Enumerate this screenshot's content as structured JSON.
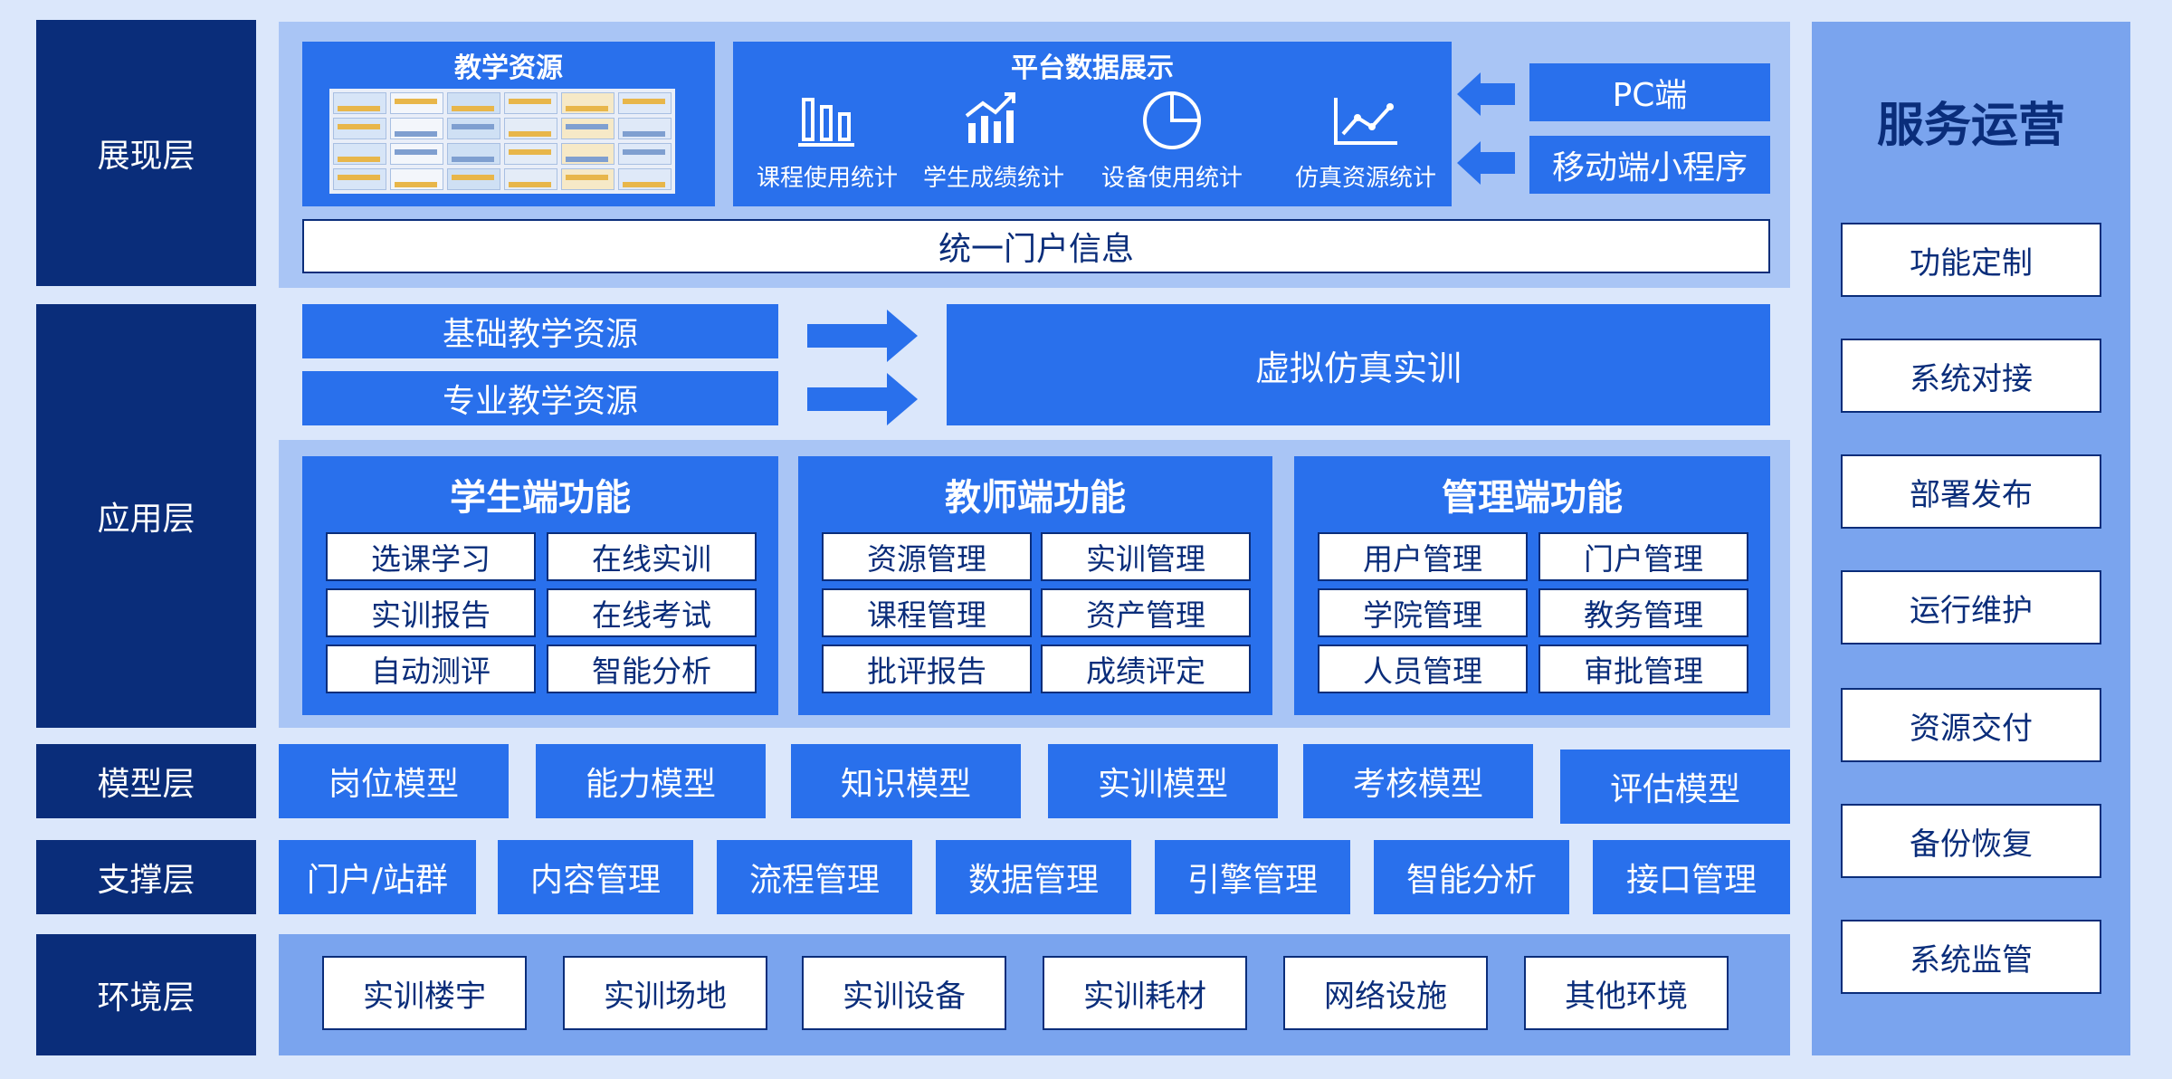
{
  "layers": {
    "display": "展现层",
    "application": "应用层",
    "model": "模型层",
    "support": "支撑层",
    "environment": "环境层"
  },
  "display": {
    "teaching_resources_title": "教学资源",
    "platform_data_title": "平台数据展示",
    "stats": [
      {
        "label": "课程使用统计",
        "icon": "bar-chart-icon"
      },
      {
        "label": "学生成绩统计",
        "icon": "trend-bar-chart-icon"
      },
      {
        "label": "设备使用统计",
        "icon": "pie-chart-icon"
      },
      {
        "label": "仿真资源统计",
        "icon": "line-chart-icon"
      }
    ],
    "channels": [
      "PC端",
      "移动端小程序"
    ],
    "portal": "统一门户信息"
  },
  "application": {
    "resources": [
      "基础教学资源",
      "专业教学资源"
    ],
    "virtual_sim": "虚拟仿真实训",
    "panels": [
      {
        "title": "学生端功能",
        "items": [
          "选课学习",
          "在线实训",
          "实训报告",
          "在线考试",
          "自动测评",
          "智能分析"
        ]
      },
      {
        "title": "教师端功能",
        "items": [
          "资源管理",
          "实训管理",
          "课程管理",
          "资产管理",
          "批评报告",
          "成绩评定"
        ]
      },
      {
        "title": "管理端功能",
        "items": [
          "用户管理",
          "门户管理",
          "学院管理",
          "教务管理",
          "人员管理",
          "审批管理"
        ]
      }
    ]
  },
  "models": [
    "岗位模型",
    "能力模型",
    "知识模型",
    "实训模型",
    "考核模型",
    "评估模型"
  ],
  "support": [
    "门户/站群",
    "内容管理",
    "流程管理",
    "数据管理",
    "引擎管理",
    "智能分析",
    "接口管理"
  ],
  "environment": [
    "实训楼宇",
    "实训场地",
    "实训设备",
    "实训耗材",
    "网络设施",
    "其他环境"
  ],
  "service": {
    "title": "服务运营",
    "items": [
      "功能定制",
      "系统对接",
      "部署发布",
      "运行维护",
      "资源交付",
      "备份恢复",
      "系统监管"
    ]
  },
  "colors": {
    "navy": "#0a2d7a",
    "blue": "#2970ec",
    "light_band": "#a9c5f5",
    "mid_band": "#7aa4ee",
    "background": "#dbe7fb"
  }
}
